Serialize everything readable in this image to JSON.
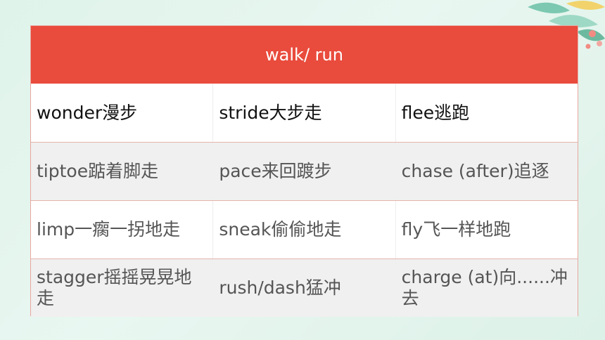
{
  "table": {
    "header": "walk/ run",
    "rows": [
      [
        "wonder漫步",
        "stride大步走",
        "flee逃跑"
      ],
      [
        "tiptoe踮着脚走",
        "pace来回踱步",
        "chase (after)追逐"
      ],
      [
        "limp一瘸一拐地走",
        "sneak偷偷地走",
        "fly飞一样地跑"
      ],
      [
        "stagger摇摇晃晃地走",
        "rush/dash猛冲",
        "charge (at)向......冲去"
      ]
    ]
  },
  "colors": {
    "header_bg": "#e94b3c",
    "background": "#dff3ea"
  },
  "decor": {
    "icon": "leaves-icon"
  }
}
